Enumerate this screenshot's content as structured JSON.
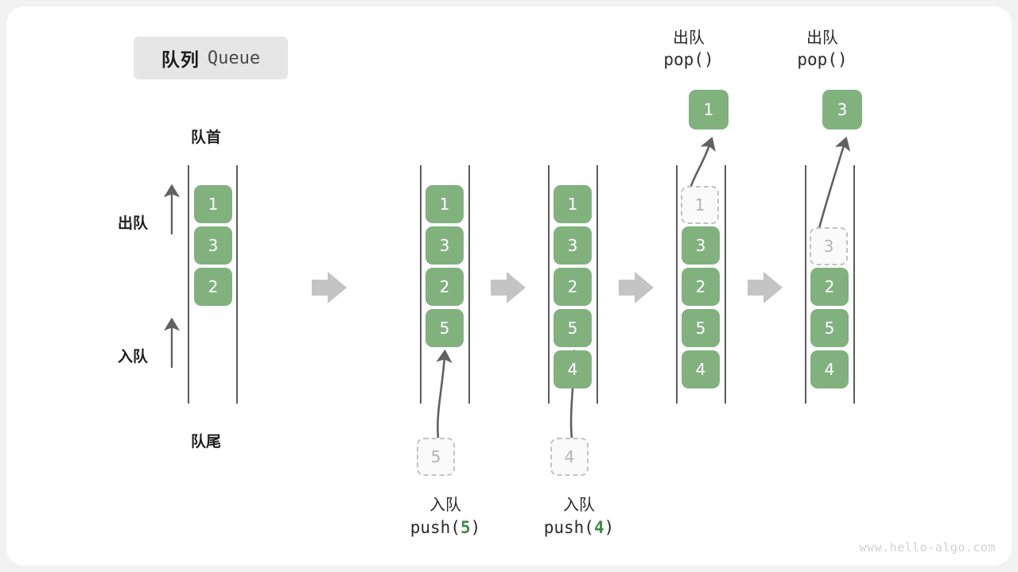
{
  "title": {
    "cn": "队列",
    "en": "Queue"
  },
  "anatomy": {
    "front_label": "队首",
    "rear_label": "队尾",
    "dequeue_label": "出队",
    "enqueue_label": "入队"
  },
  "colors": {
    "item_fill": "#81b27e",
    "item_text": "#ffffff",
    "ghost_fill": "#fafafa",
    "ghost_border": "#c3c3c3",
    "ghost_text": "#b4b4b4",
    "rail": "#4a4a4a",
    "arrow_gray": "#c4c4c4",
    "curve_arrow": "#616161",
    "accent_green": "#3d8b47",
    "badge_bg": "#e6e6e6",
    "card_bg": "#ffffff",
    "page_bg": "#f2f2f2"
  },
  "columns": [
    {
      "id": "initial",
      "items": [
        "1",
        "3",
        "2"
      ],
      "ghost_index": null,
      "ghost_value": null,
      "top_caption": null,
      "bottom_caption": null,
      "popped_value": null,
      "incoming_value": null
    },
    {
      "id": "after-push-5",
      "items": [
        "1",
        "3",
        "2",
        "5"
      ],
      "ghost_index": null,
      "ghost_value": null,
      "top_caption": null,
      "bottom_caption": {
        "cn": "入队",
        "code_prefix": "push(",
        "arg": "5",
        "code_suffix": ")"
      },
      "popped_value": null,
      "incoming_value": "5"
    },
    {
      "id": "after-push-4",
      "items": [
        "1",
        "3",
        "2",
        "5",
        "4"
      ],
      "ghost_index": null,
      "ghost_value": null,
      "top_caption": null,
      "bottom_caption": {
        "cn": "入队",
        "code_prefix": "push(",
        "arg": "4",
        "code_suffix": ")"
      },
      "popped_value": null,
      "incoming_value": "4"
    },
    {
      "id": "after-pop-1",
      "items": [
        "3",
        "2",
        "5",
        "4"
      ],
      "ghost_index": 0,
      "ghost_value": "1",
      "top_caption": {
        "cn": "出队",
        "code": "pop()"
      },
      "bottom_caption": null,
      "popped_value": "1",
      "incoming_value": null
    },
    {
      "id": "after-pop-3",
      "items": [
        "2",
        "5",
        "4"
      ],
      "ghost_index": 1,
      "ghost_value": "3",
      "top_caption": {
        "cn": "出队",
        "code": "pop()"
      },
      "bottom_caption": null,
      "popped_value": "3",
      "incoming_value": null
    }
  ],
  "watermark": "www.hello-algo.com"
}
